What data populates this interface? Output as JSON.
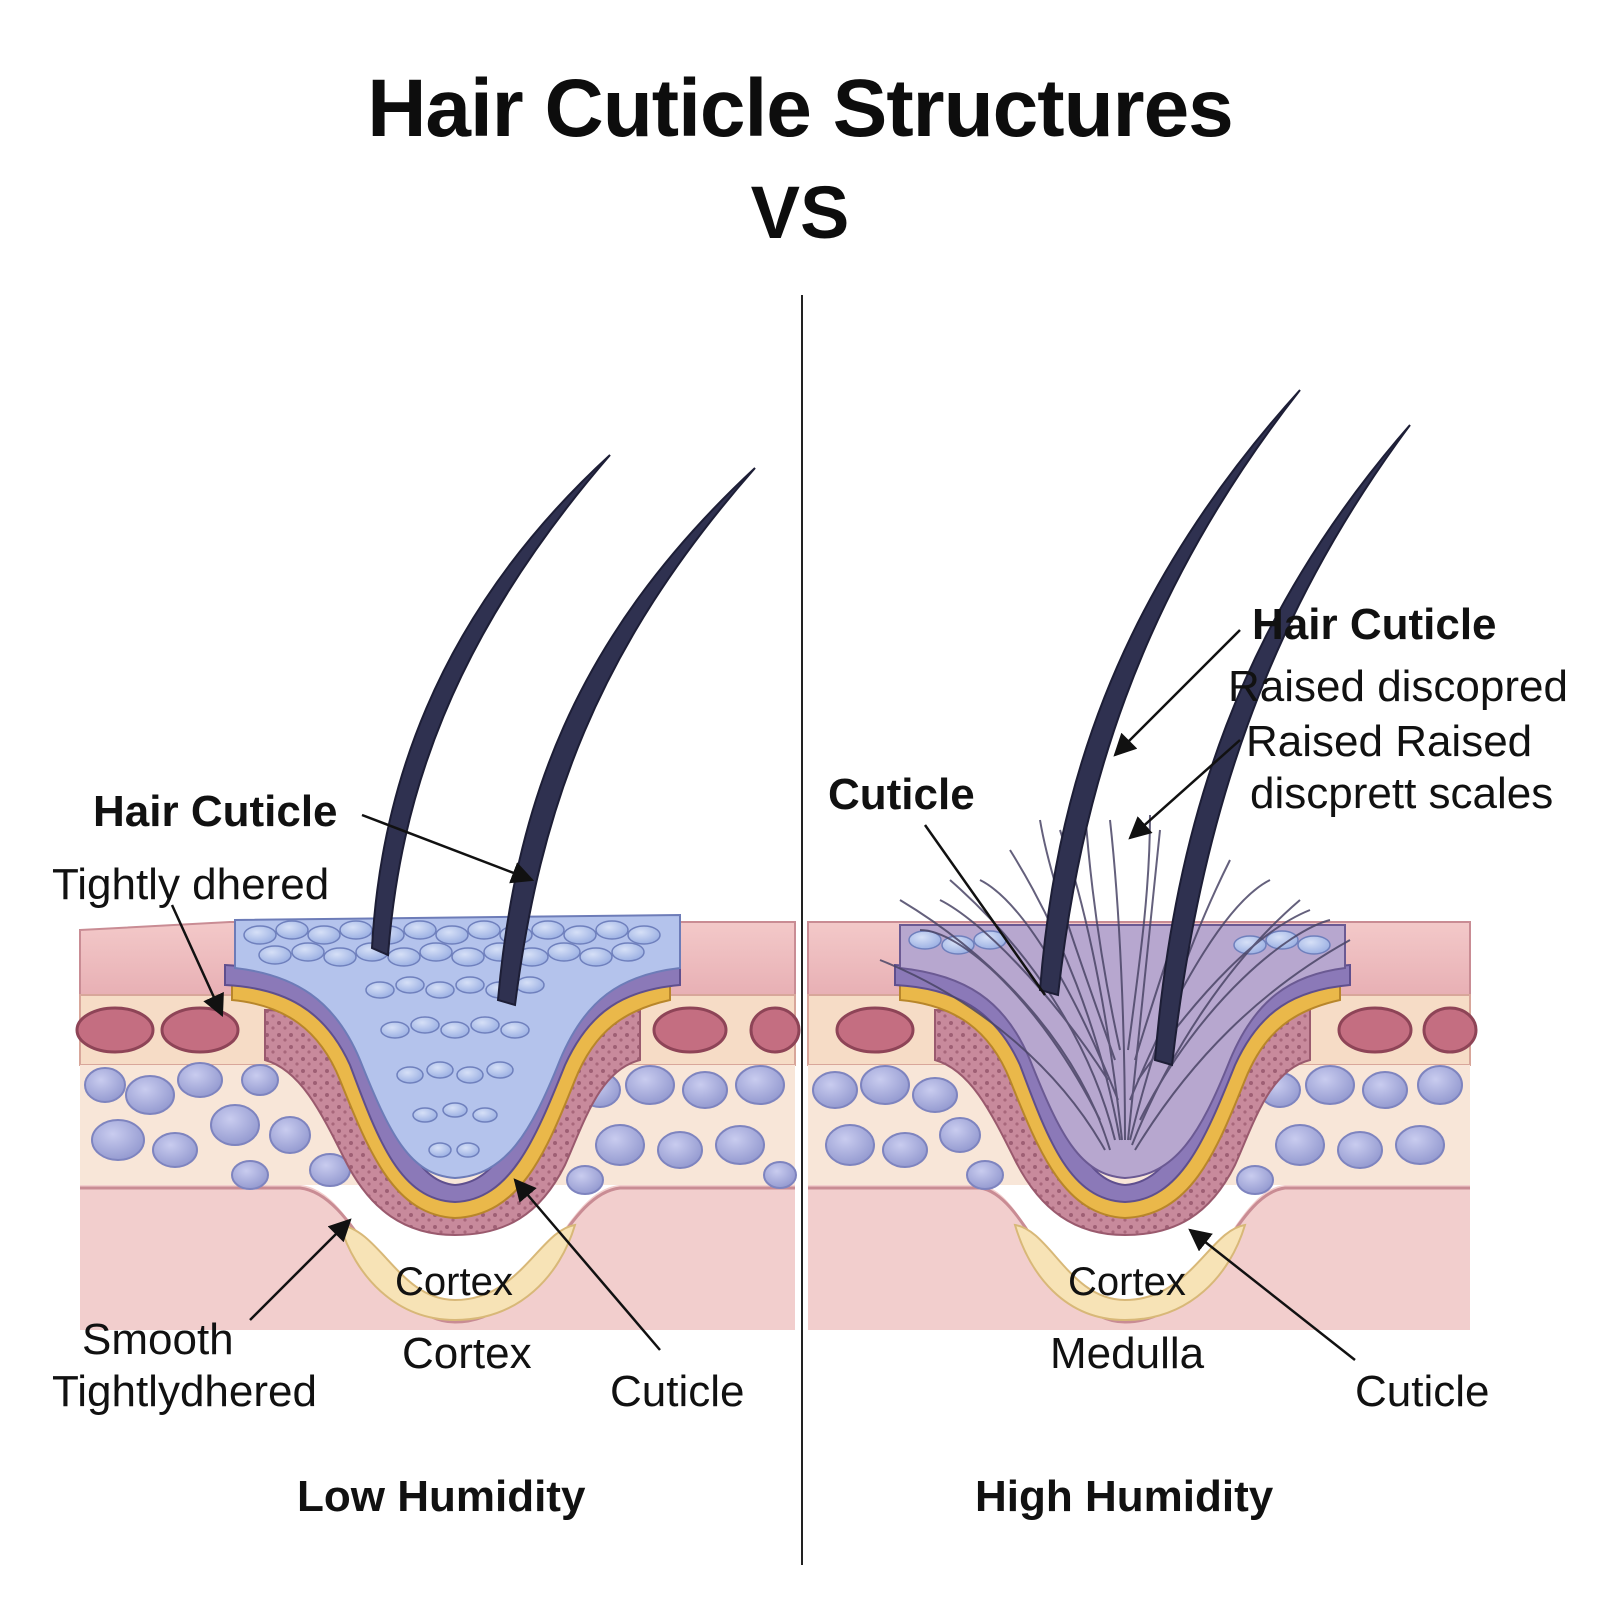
{
  "header": {
    "title": "Hair Cuticle Structures",
    "subtitle": "VS"
  },
  "left_panel": {
    "condition": "Low Humidity",
    "labels": {
      "hair_cuticle_heading": "Hair Cuticle",
      "tightly_adhered": "Tightly dhered",
      "smooth": "Smooth",
      "smooth_tightly_adhered": "Tightlydhered",
      "cortex_inner": "Cortex",
      "cortex_outer": "Cortex",
      "cuticle": "Cuticle"
    }
  },
  "right_panel": {
    "condition": "High Humidity",
    "labels": {
      "hair_cuticle_heading": "Hair Cuticle",
      "raised_line1": "Raised discopred",
      "raised_line2": "Raised Raised",
      "raised_line3": "discprett scales",
      "cuticle_heading": "Cuticle",
      "cortex": "Cortex",
      "medulla": "Medulla",
      "cuticle": "Cuticle"
    }
  },
  "colors": {
    "skin_pink": "#e8b4b8",
    "dermis_peach": "#f6d9c4",
    "fat_cells": "#a9addb",
    "follicle_purple": "#7a6aa8",
    "sheath_yellow": "#e9b84a",
    "hair_shaft": "#2f3150",
    "cuticle_scales": "#a7b8e6"
  }
}
